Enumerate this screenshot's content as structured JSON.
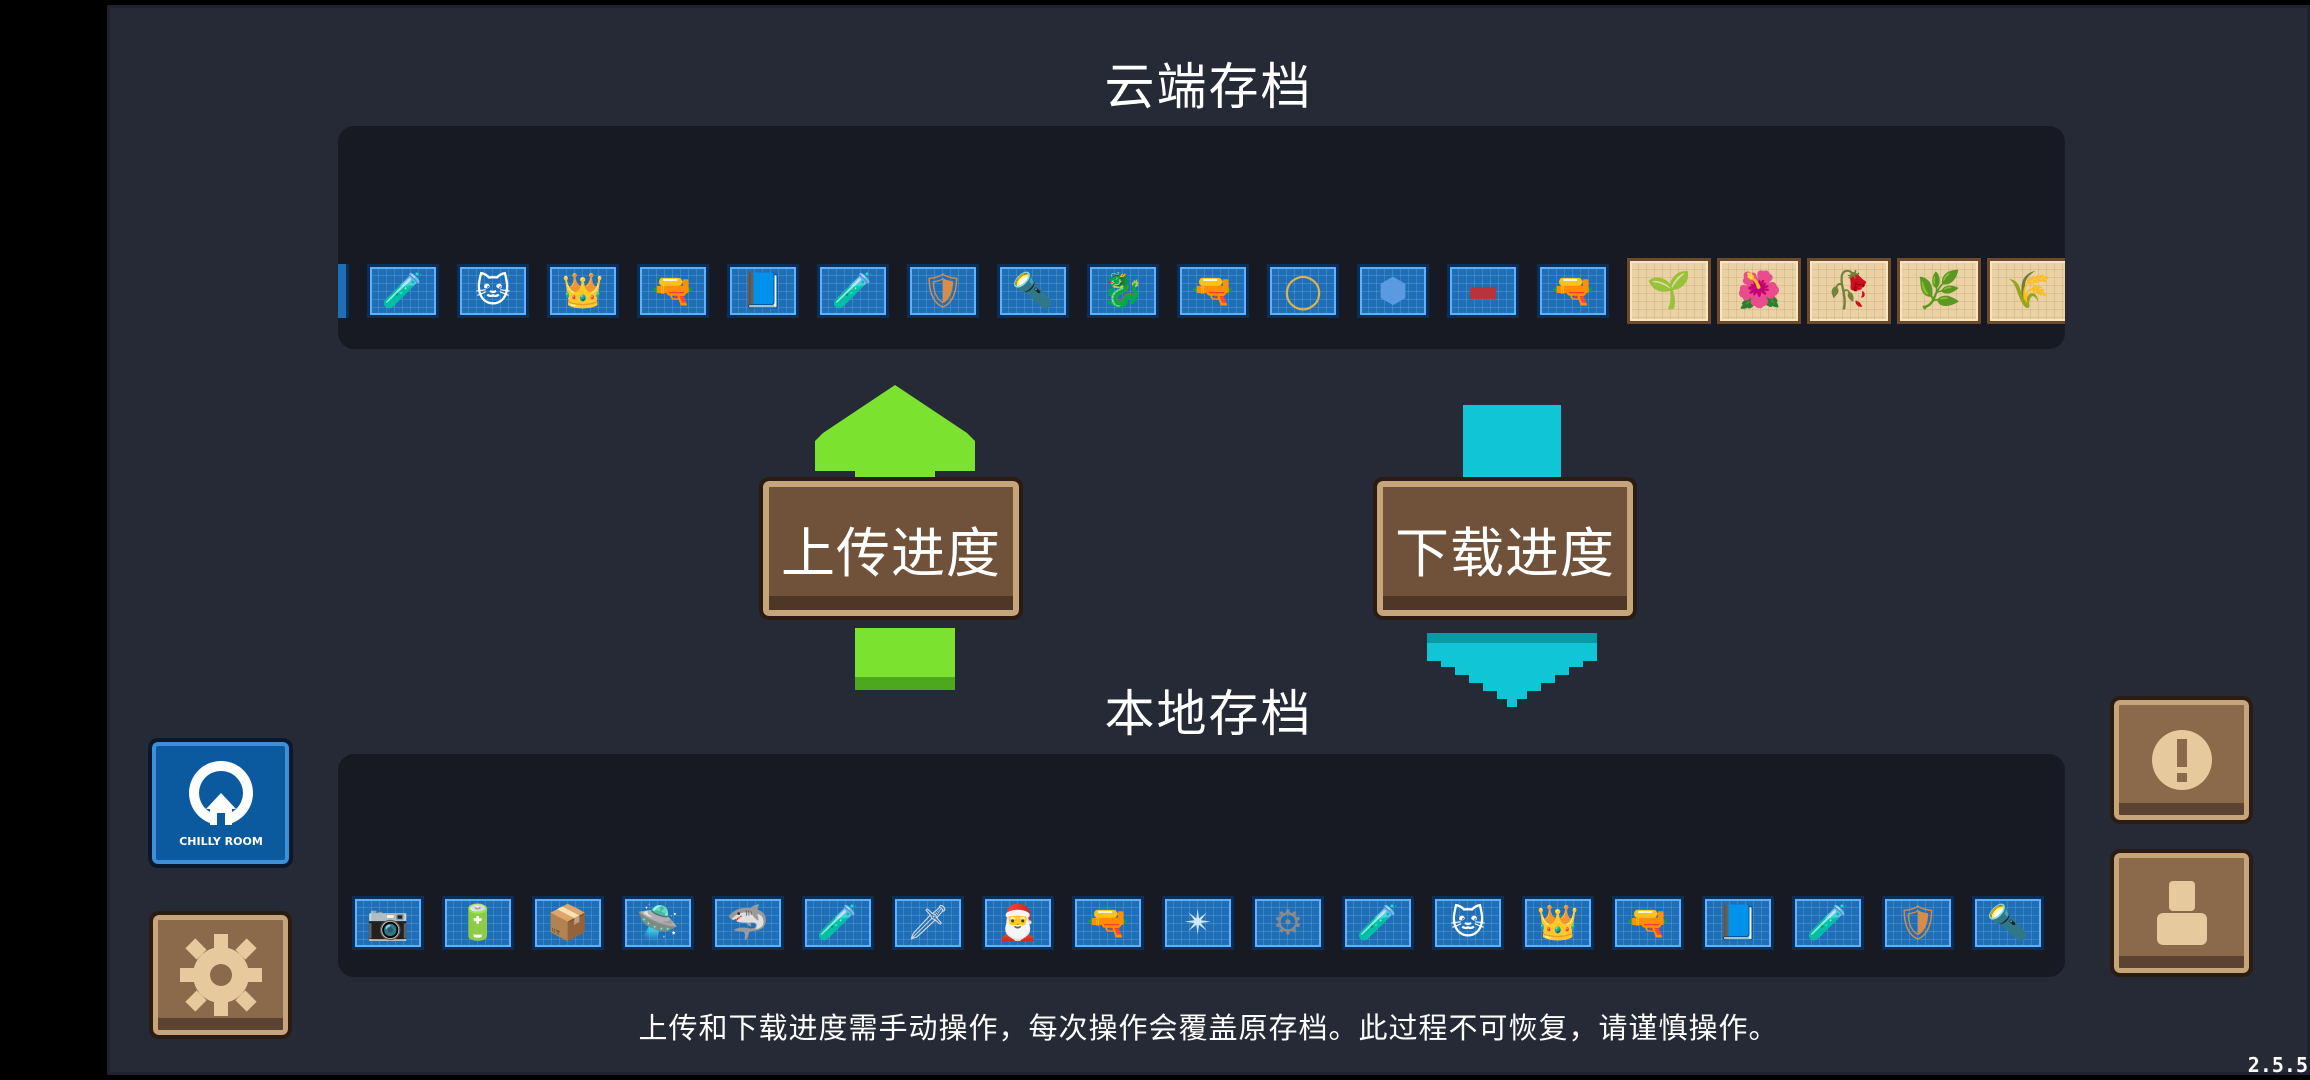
{
  "cloud": {
    "title": "云端存档",
    "items": [
      {
        "icon": "purple-potion-icon",
        "glyph": "🧪",
        "color": "#9a4bd6"
      },
      {
        "icon": "white-cat-mask-icon",
        "glyph": "🐱",
        "color": "#ffffff"
      },
      {
        "icon": "golden-crown-icon",
        "glyph": "👑",
        "color": "#f2c94c"
      },
      {
        "icon": "revolver-icon",
        "glyph": "🔫",
        "color": "#d9d9d9"
      },
      {
        "icon": "purple-book-icon",
        "glyph": "📘",
        "color": "#7b4ad6"
      },
      {
        "icon": "red-potion-icon",
        "glyph": "🧪",
        "color": "#e23b3b"
      },
      {
        "icon": "round-shield-icon",
        "glyph": "🛡",
        "color": "#d88c4a"
      },
      {
        "icon": "golden-torch-icon",
        "glyph": "🔦",
        "color": "#f2c94c"
      },
      {
        "icon": "green-dragon-icon",
        "glyph": "🐉",
        "color": "#5aa04a"
      },
      {
        "icon": "green-rifle-icon",
        "glyph": "🔫",
        "color": "#39c07a"
      },
      {
        "icon": "golden-ring-icon",
        "glyph": "◯",
        "color": "#e0b24a"
      },
      {
        "icon": "octagon-shield-icon",
        "glyph": "⬢",
        "color": "#5a9ae0"
      },
      {
        "icon": "blood-tank-icon",
        "glyph": "▬",
        "color": "#b8343a"
      },
      {
        "icon": "red-blaster-icon",
        "glyph": "🔫",
        "color": "#e23b3b"
      }
    ],
    "plants": [
      {
        "icon": "sprout-plant-icon",
        "glyph": "🌱"
      },
      {
        "icon": "red-flower-plant-icon",
        "glyph": "🌺"
      },
      {
        "icon": "dead-branch-plant-icon",
        "glyph": "🥀"
      },
      {
        "icon": "vine-plant-icon",
        "glyph": "🌿"
      },
      {
        "icon": "dry-twig-plant-icon",
        "glyph": "🌾"
      }
    ]
  },
  "local": {
    "title": "本地存档",
    "items": [
      {
        "icon": "camera-icon",
        "glyph": "📷",
        "color": "#d9d9d9"
      },
      {
        "icon": "battery-icon",
        "glyph": "🔋",
        "color": "#39c07a"
      },
      {
        "icon": "wooden-crate-icon",
        "glyph": "📦",
        "color": "#c48a4a"
      },
      {
        "icon": "green-ufo-icon",
        "glyph": "🛸",
        "color": "#6ac04a"
      },
      {
        "icon": "shark-gun-icon",
        "glyph": "🦈",
        "color": "#5a7aa0"
      },
      {
        "icon": "blue-potion-icon",
        "glyph": "🧪",
        "color": "#4aa0ff"
      },
      {
        "icon": "sword-icon",
        "glyph": "🗡",
        "color": "#d9d9d9"
      },
      {
        "icon": "red-hat-doll-icon",
        "glyph": "🎅",
        "color": "#e23b3b"
      },
      {
        "icon": "brown-rifle-icon",
        "glyph": "🔫",
        "color": "#8a5a3a"
      },
      {
        "icon": "shuriken-icon",
        "glyph": "✴",
        "color": "#cfe8ff"
      },
      {
        "icon": "gatling-icon",
        "glyph": "⚙",
        "color": "#8a8a8a"
      },
      {
        "icon": "purple-potion-icon",
        "glyph": "🧪",
        "color": "#9a4bd6"
      },
      {
        "icon": "white-cat-mask-icon",
        "glyph": "🐱",
        "color": "#ffffff"
      },
      {
        "icon": "golden-crown-icon",
        "glyph": "👑",
        "color": "#f2c94c"
      },
      {
        "icon": "revolver-icon",
        "glyph": "🔫",
        "color": "#d9d9d9"
      },
      {
        "icon": "purple-book-icon",
        "glyph": "📘",
        "color": "#7b4ad6"
      },
      {
        "icon": "red-potion-icon",
        "glyph": "🧪",
        "color": "#e23b3b"
      },
      {
        "icon": "round-shield-icon",
        "glyph": "🛡",
        "color": "#d88c4a"
      },
      {
        "icon": "golden-torch-icon",
        "glyph": "🔦",
        "color": "#f2c94c"
      }
    ]
  },
  "actions": {
    "upload_label": "上传进度",
    "download_label": "下载进度",
    "upload_arrow_color": "#7be22f",
    "download_arrow_color": "#10c6d6"
  },
  "sidebar_left": {
    "chilly_logo_icon": "chilly-room-logo-icon",
    "chilly_logo_text": "CHILLY ROOM",
    "settings_icon": "gear-icon"
  },
  "sidebar_right": {
    "notice_icon": "exclamation-icon",
    "account_icon": "person-icon"
  },
  "footer": {
    "note": "上传和下载进度需手动操作，每次操作会覆盖原存档。此过程不可恢复，请谨慎操作。",
    "version": "2.5.5"
  }
}
